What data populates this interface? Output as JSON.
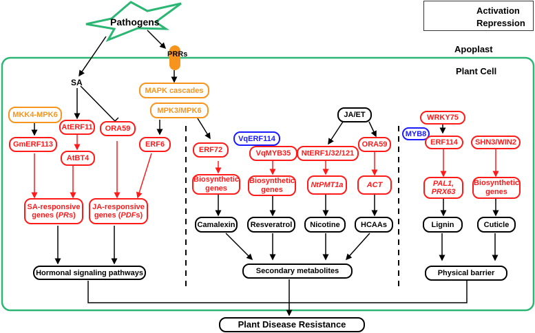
{
  "legend": {
    "activation_label": "Activation",
    "repression_label": "Repression"
  },
  "compartments": {
    "apoplast": "Apoplast",
    "plant_cell": "Plant Cell"
  },
  "pathogens": "Pathogens",
  "receptor": "PRRs",
  "colors": {
    "cell_border": "#2bb673",
    "star_border": "#2bb673",
    "red": "#ff1a1a",
    "orange": "#f7941d",
    "blue": "#1a1aff",
    "black": "#000000"
  },
  "hormone_branch": {
    "sa": "SA",
    "mkk4_mpk6": "MKK4-MPK6",
    "gmerf113": "GmERF113",
    "aterf11": "AtERF11",
    "atbt4": "AtBT4",
    "ora59": "ORA59",
    "mapk_cascades": "MAPK cascades",
    "mpk3_mpk6": "MPK3/MPK6",
    "erf6": "ERF6",
    "sa_responsive_1": "SA-responsive",
    "sa_responsive_2a": "genes (",
    "sa_responsive_2b": "PR",
    "sa_responsive_2c": "s)",
    "ja_responsive_1": "JA-responsive",
    "ja_responsive_2a": "genes (",
    "ja_responsive_2b": "PDF",
    "ja_responsive_2c": "s)",
    "outcome": "Hormonal signaling pathways"
  },
  "metabolite_branch": {
    "ja_et": "JA/ET",
    "erf72": "ERF72",
    "vqerf114": "VqERF114",
    "vqmyb35": "VqMYB35",
    "nterf": "NtERF1/32/121",
    "ora59": "ORA59",
    "biosynthetic_1": "Biosynthetic genes",
    "biosynthetic_2": "Biosynthetic genes",
    "ntpmt1a": "NtPMT1a",
    "act": "ACT",
    "camalexin": "Camalexin",
    "resveratrol": "Resveratrol",
    "nicotine": "Nicotine",
    "hcaas": "HCAAs",
    "outcome": "Secondary metabolites"
  },
  "barrier_branch": {
    "wrky75": "WRKY75",
    "myb8": "MYB8",
    "erf114": "ERF114",
    "shn3_win2": "SHN3/WIN2",
    "pal1_prx63_1": "PAL1,",
    "pal1_prx63_2": "PRX63",
    "biosynthetic": "Biosynthetic genes",
    "lignin": "Lignin",
    "cuticle": "Cuticle",
    "outcome": "Physical barrier"
  },
  "final_outcome": "Plant Disease Resistance"
}
